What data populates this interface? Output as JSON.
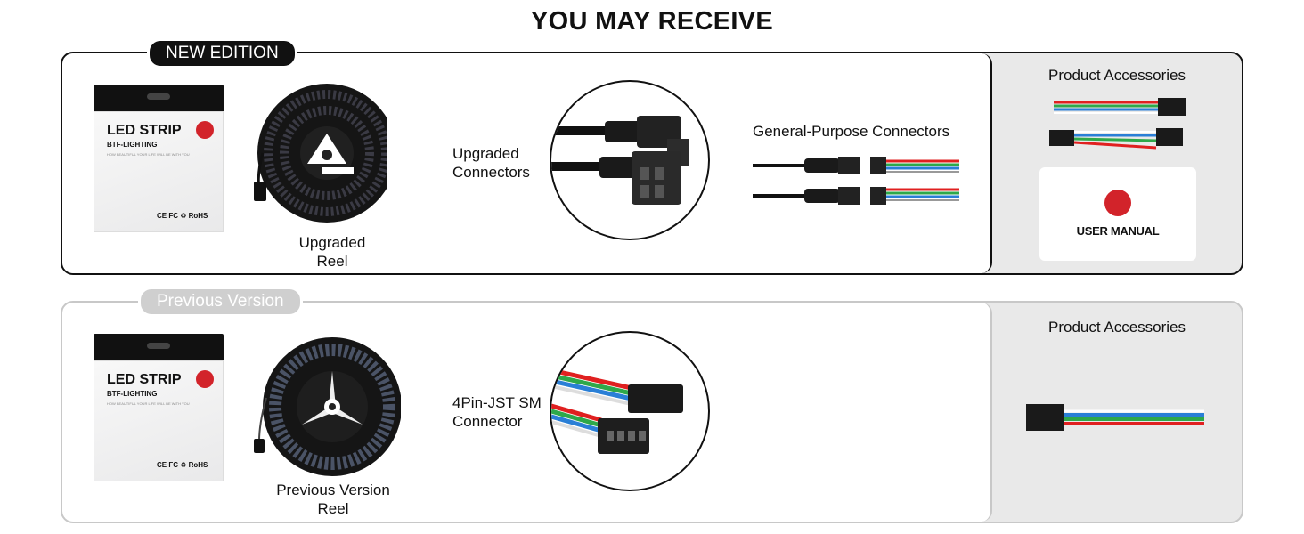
{
  "title": "YOU MAY RECEIVE",
  "new_edition": {
    "badge": "NEW EDITION",
    "package": {
      "brand": "LED STRIP",
      "company": "BTF-LIGHTING",
      "tagline": "HOW BEAUTIFUL YOUR LIFE WILL BE WITH YOU",
      "certs": "CE FC ♻ RoHS"
    },
    "reel_label_line1": "Upgraded",
    "reel_label_line2": "Reel",
    "connector_label_line1": "Upgraded",
    "connector_label_line2": "Connectors",
    "general_connectors_label": "General-Purpose Connectors",
    "accessories_title": "Product Accessories",
    "manual_label": "USER MANUAL"
  },
  "previous_version": {
    "badge": "Previous Version",
    "package": {
      "brand": "LED STRIP",
      "company": "BTF-LIGHTING",
      "tagline": "HOW BEAUTIFUL YOUR LIFE WILL BE WITH YOU",
      "certs": "CE FC ♻ RoHS"
    },
    "reel_label_line1": "Previous Version",
    "reel_label_line2": "Reel",
    "connector_label_line1": "4Pin-JST SM",
    "connector_label_line2": "Connector",
    "accessories_title": "Product Accessories"
  },
  "colors": {
    "dark": "#111111",
    "light_border": "#c8c8c8",
    "panel": "#e9e9e9",
    "brand_red": "#d2232a",
    "wire_red": "#e02020",
    "wire_green": "#2ea84a",
    "wire_blue": "#2a7fd6",
    "wire_white": "#eeeeee"
  }
}
